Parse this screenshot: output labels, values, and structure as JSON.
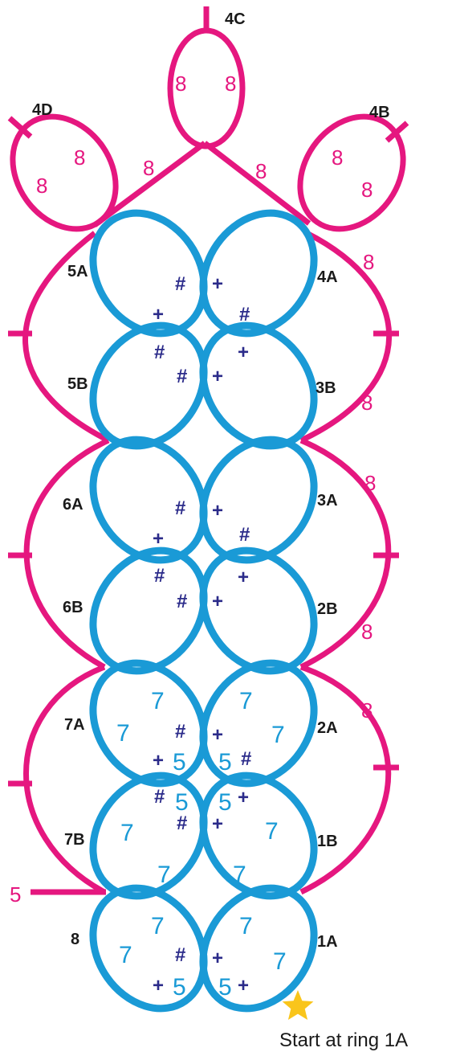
{
  "colors": {
    "ring": "#1a9ad6",
    "chain": "#e5177f",
    "join_symbol": "#2b2b8a",
    "label": "#1a1a1a",
    "star": "#f9c51b"
  },
  "symbols": {
    "join": "#",
    "plus": "+"
  },
  "top_rings": {
    "r4c": {
      "label": "4C",
      "left_count": "8",
      "right_count": "8"
    },
    "r4d": {
      "label": "4D",
      "top_count": "8",
      "bottom_count": "8"
    },
    "r4b": {
      "label": "4B",
      "top_count": "8",
      "bottom_count": "8"
    }
  },
  "top_chain_counts": {
    "left": "8",
    "right": "8"
  },
  "ring_labels": {
    "r5a": "5A",
    "r4a": "4A",
    "r5b": "5B",
    "r3b": "3B",
    "r6a": "6A",
    "r3a": "3A",
    "r6b": "6B",
    "r2b": "2B",
    "r7a": "7A",
    "r2a": "2A",
    "r7b": "7B",
    "r1b": "1B",
    "r8": "8",
    "r1a": "1A"
  },
  "right_chain_counts": [
    "8",
    "8",
    "8",
    "8",
    "8"
  ],
  "ring_counts": {
    "r7a": [
      "7",
      "7",
      "5"
    ],
    "r2a": [
      "7",
      "7",
      "5"
    ],
    "r7b": [
      "5",
      "7",
      "7"
    ],
    "r1b": [
      "5",
      "7",
      "7"
    ],
    "r8": [
      "7",
      "7",
      "5"
    ],
    "r1a": [
      "7",
      "7",
      "5"
    ]
  },
  "tail_count": "5",
  "star_icon": "star",
  "start_text": "Start at ring 1A"
}
